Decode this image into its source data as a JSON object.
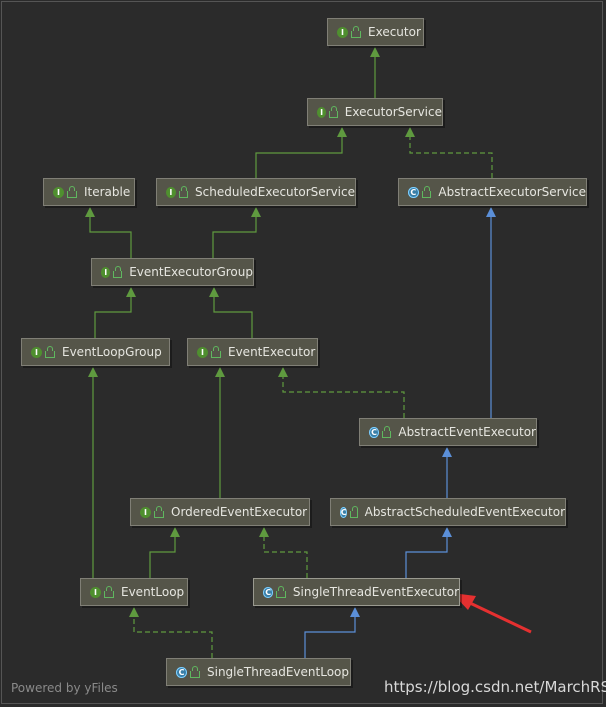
{
  "diagram": {
    "nodes": [
      {
        "id": "executor",
        "label": "Executor",
        "kind": "interface"
      },
      {
        "id": "executor-service",
        "label": "ExecutorService",
        "kind": "interface"
      },
      {
        "id": "iterable",
        "label": "Iterable",
        "kind": "interface"
      },
      {
        "id": "scheduled-executor-service",
        "label": "ScheduledExecutorService",
        "kind": "interface"
      },
      {
        "id": "abstract-executor-service",
        "label": "AbstractExecutorService",
        "kind": "abstract-class"
      },
      {
        "id": "event-executor-group",
        "label": "EventExecutorGroup",
        "kind": "interface"
      },
      {
        "id": "event-loop-group",
        "label": "EventLoopGroup",
        "kind": "interface"
      },
      {
        "id": "event-executor",
        "label": "EventExecutor",
        "kind": "interface"
      },
      {
        "id": "abstract-event-executor",
        "label": "AbstractEventExecutor",
        "kind": "abstract-class"
      },
      {
        "id": "ordered-event-executor",
        "label": "OrderedEventExecutor",
        "kind": "interface"
      },
      {
        "id": "abstract-scheduled-event-executor",
        "label": "AbstractScheduledEventExecutor",
        "kind": "abstract-class"
      },
      {
        "id": "event-loop",
        "label": "EventLoop",
        "kind": "interface"
      },
      {
        "id": "single-thread-event-executor",
        "label": "SingleThreadEventExecutor",
        "kind": "abstract-class"
      },
      {
        "id": "single-thread-event-loop",
        "label": "SingleThreadEventLoop",
        "kind": "abstract-class"
      }
    ],
    "edges": [
      {
        "from": "executor-service",
        "to": "executor",
        "type": "extends"
      },
      {
        "from": "scheduled-executor-service",
        "to": "executor-service",
        "type": "extends"
      },
      {
        "from": "abstract-executor-service",
        "to": "executor-service",
        "type": "implements"
      },
      {
        "from": "event-executor-group",
        "to": "iterable",
        "type": "extends"
      },
      {
        "from": "event-executor-group",
        "to": "scheduled-executor-service",
        "type": "extends"
      },
      {
        "from": "event-loop-group",
        "to": "event-executor-group",
        "type": "extends"
      },
      {
        "from": "event-executor",
        "to": "event-executor-group",
        "type": "extends"
      },
      {
        "from": "abstract-event-executor",
        "to": "event-executor",
        "type": "implements"
      },
      {
        "from": "abstract-event-executor",
        "to": "abstract-executor-service",
        "type": "class-extends"
      },
      {
        "from": "ordered-event-executor",
        "to": "event-executor",
        "type": "extends"
      },
      {
        "from": "abstract-scheduled-event-executor",
        "to": "abstract-event-executor",
        "type": "class-extends"
      },
      {
        "from": "event-loop",
        "to": "event-loop-group",
        "type": "extends"
      },
      {
        "from": "event-loop",
        "to": "ordered-event-executor",
        "type": "extends"
      },
      {
        "from": "single-thread-event-executor",
        "to": "ordered-event-executor",
        "type": "implements"
      },
      {
        "from": "single-thread-event-executor",
        "to": "abstract-scheduled-event-executor",
        "type": "class-extends"
      },
      {
        "from": "single-thread-event-loop",
        "to": "event-loop",
        "type": "implements"
      },
      {
        "from": "single-thread-event-loop",
        "to": "single-thread-event-executor",
        "type": "class-extends"
      }
    ],
    "highlighted_node": "single-thread-event-executor"
  },
  "footer": {
    "powered_by": "Powered by yFiles",
    "source_url": "https://blog.csdn.net/MarchRS"
  },
  "colors": {
    "background": "#2b2b2b",
    "node_fill": "#555549",
    "node_border": "#807f76",
    "interface_edge": "#5f9a3f",
    "class_edge": "#5b8fd8",
    "pointer_arrow": "#e53030"
  }
}
